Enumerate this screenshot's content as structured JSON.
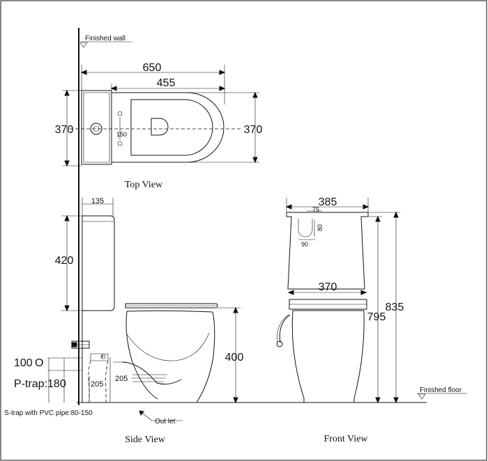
{
  "labels": {
    "finished_wall": "Finished wall",
    "finished_floor": "Finished floor",
    "top_view": "Top View",
    "side_view": "Side View",
    "front_view": "Front View",
    "outlet": "Out let",
    "s_trap": "S-trap with PVC pipe:80-150",
    "p_trap": "P-trap:180",
    "p_trap_height": "100"
  },
  "dimensions": {
    "top_total_length": "650",
    "top_bowl_length": "455",
    "top_width_left": "370",
    "top_width_right": "370",
    "top_hole_spacing": "150",
    "side_cistern_depth": "135",
    "side_cistern_height": "420",
    "side_seat_height": "400",
    "side_outlet_205_a": "205",
    "side_outlet_205_b": "205",
    "front_top_width": "385",
    "front_inlet_75": "75",
    "front_inlet_80": "80",
    "front_inlet_90": "90",
    "front_seat_width": "370",
    "front_total_height": "835",
    "front_seat_level": "795"
  }
}
